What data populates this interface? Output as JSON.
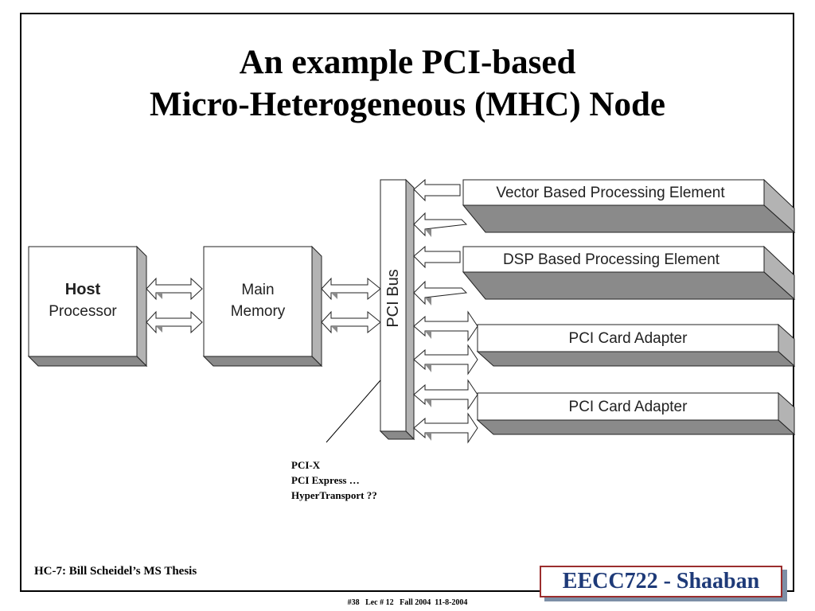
{
  "title": {
    "line1": "An example PCI-based",
    "line2": "Micro-Heterogeneous (MHC) Node"
  },
  "diagram": {
    "host_label_bold": "Host",
    "host_label": "Processor",
    "memory_label_1": "Main",
    "memory_label_2": "Memory",
    "bus_label": "PCI Bus",
    "elements": [
      "Vector Based Processing Element",
      "DSP Based Processing Element",
      "PCI Card Adapter",
      "PCI Card Adapter"
    ]
  },
  "bus_notes": [
    "PCI-X",
    "PCI Express …",
    "HyperTransport ??"
  ],
  "footer": {
    "left": "HC-7: Bill Scheidel’s MS Thesis",
    "badge": "EECC722 - Shaaban",
    "slide_info": "#38   Lec # 12   Fall 2004  11-8-2004"
  },
  "colors": {
    "badge_text": "#1e3a78",
    "badge_border": "#9b2d2d",
    "badge_shadow": "#7d8fa6",
    "block_side": "#b3b3b3",
    "block_dark": "#8a8a8a"
  }
}
